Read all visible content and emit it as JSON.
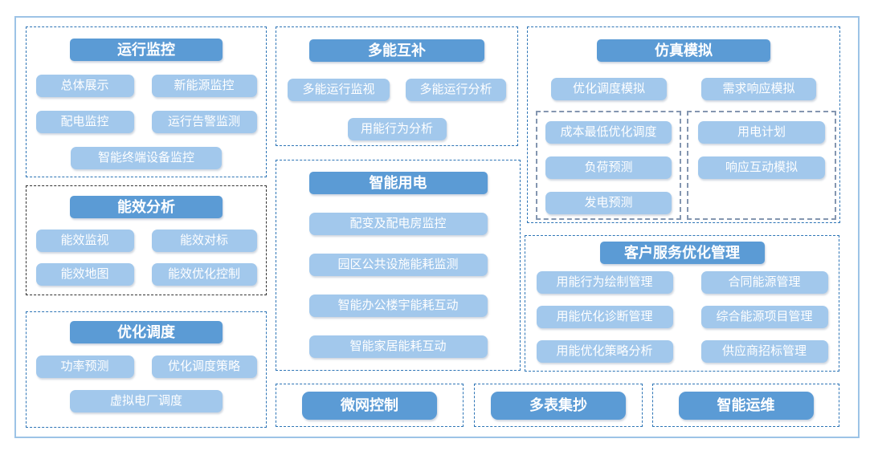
{
  "colors": {
    "header_bg": "#5B9BD5",
    "item_bg": "#A2C8EC",
    "label_text": "#FFFFFF",
    "group_border_blue": "#2E75B6",
    "group_border_dark": "#333333",
    "subgroup_border_gray": "#8496B0",
    "outer_border": "#9DC3E6",
    "page_bg": "#FFFFFF"
  },
  "groups": {
    "operation_monitoring": {
      "title": "运行监控",
      "row1": [
        "总体展示",
        "新能源监控"
      ],
      "row2": [
        "配电监控",
        "运行告警监测"
      ],
      "row3": [
        "智能终端设备监控"
      ]
    },
    "energy_efficiency": {
      "title": "能效分析",
      "row1": [
        "能效监视",
        "能效对标"
      ],
      "row2": [
        "能效地图",
        "能效优化控制"
      ]
    },
    "optimal_dispatch": {
      "title": "优化调度",
      "row1": [
        "功率预测",
        "优化调度策略"
      ],
      "row2": [
        "虚拟电厂调度"
      ]
    },
    "multi_energy": {
      "title": "多能互补",
      "row1": [
        "多能运行监视",
        "多能运行分析"
      ],
      "row2": [
        "用能行为分析"
      ]
    },
    "smart_power": {
      "title": "智能用电",
      "items": [
        "配变及配电房监控",
        "园区公共设施能耗监测",
        "智能办公楼宇能耗互动",
        "智能家居能耗互动"
      ]
    },
    "simulation": {
      "title": "仿真模拟",
      "row1": [
        "优化调度模拟",
        "需求响应模拟"
      ],
      "cost_subgroup": {
        "items": [
          "成本最低优化调度",
          "负荷预测",
          "发电预测"
        ]
      },
      "plan_subgroup": {
        "items": [
          "用电计划",
          "响应互动模拟"
        ]
      }
    },
    "customer_service": {
      "title": "客户服务优化管理",
      "left_items": [
        "用能行为绘制管理",
        "用能优化诊断管理",
        "用能优化策略分析"
      ],
      "right_items": [
        "合同能源管理",
        "综合能源项目管理",
        "供应商招标管理"
      ]
    },
    "microgrid": {
      "title": "微网控制"
    },
    "meter_reading": {
      "title": "多表集抄"
    },
    "intelligent_om": {
      "title": "智能运维"
    }
  }
}
